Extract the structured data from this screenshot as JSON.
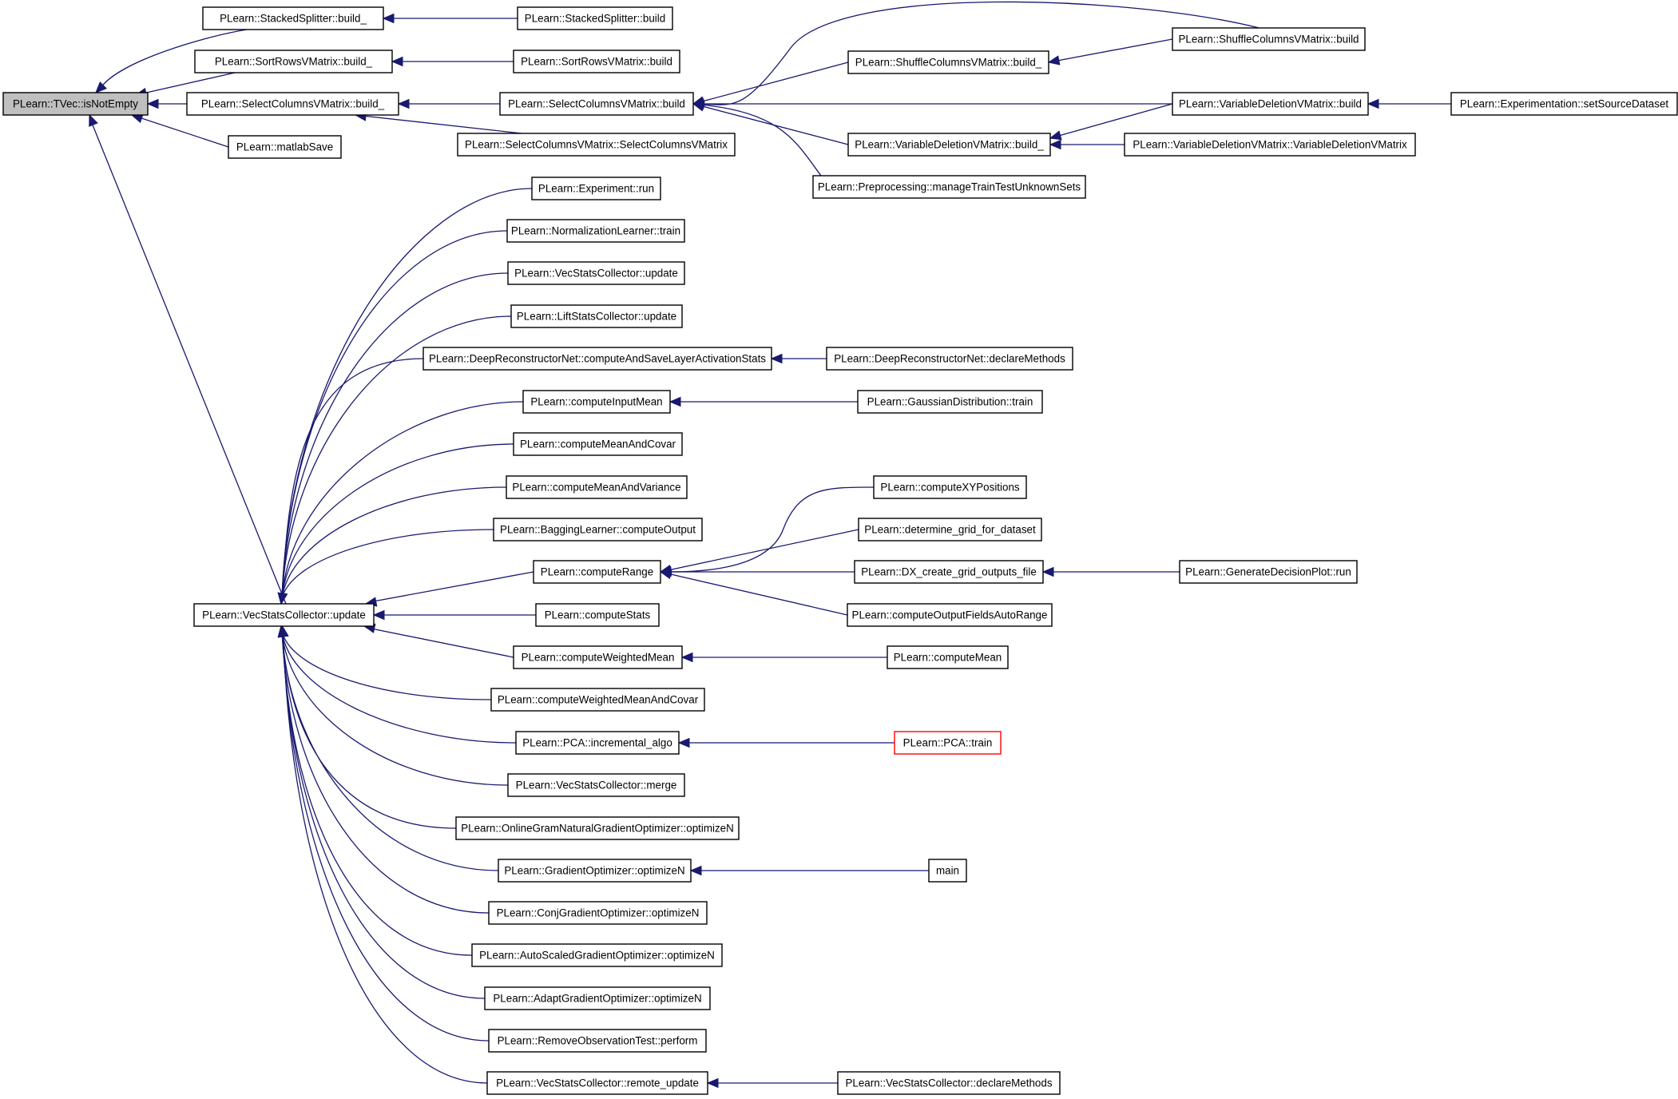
{
  "diagram": {
    "type": "call-graph",
    "colors": {
      "edge": "#191970",
      "node_border": "#000000",
      "node_fill": "#ffffff",
      "root_fill": "#bfbfbf",
      "highlight_border": "#ff0000"
    },
    "nodes": [
      {
        "id": "root",
        "label": "PLearn::TVec::isNotEmpty"
      },
      {
        "id": "stacked_build_",
        "label": "PLearn::StackedSplitter::build_"
      },
      {
        "id": "stacked_build",
        "label": "PLearn::StackedSplitter::build"
      },
      {
        "id": "sortrows_build_",
        "label": "PLearn::SortRowsVMatrix::build_"
      },
      {
        "id": "sortrows_build",
        "label": "PLearn::SortRowsVMatrix::build"
      },
      {
        "id": "selcols_build_",
        "label": "PLearn::SelectColumnsVMatrix::build_"
      },
      {
        "id": "selcols_build",
        "label": "PLearn::SelectColumnsVMatrix::build"
      },
      {
        "id": "selcols_ctor",
        "label": "PLearn::SelectColumnsVMatrix::SelectColumnsVMatrix"
      },
      {
        "id": "matlabsave",
        "label": "PLearn::matlabSave"
      },
      {
        "id": "shuffle_build_",
        "label": "PLearn::ShuffleColumnsVMatrix::build_"
      },
      {
        "id": "shuffle_build",
        "label": "PLearn::ShuffleColumnsVMatrix::build"
      },
      {
        "id": "vardel_build",
        "label": "PLearn::VariableDeletionVMatrix::build"
      },
      {
        "id": "setsource",
        "label": "PLearn::Experimentation::setSourceDataset"
      },
      {
        "id": "vardel_build_",
        "label": "PLearn::VariableDeletionVMatrix::build_"
      },
      {
        "id": "vardel_ctor",
        "label": "PLearn::VariableDeletionVMatrix::VariableDeletionVMatrix"
      },
      {
        "id": "preproc",
        "label": "PLearn::Preprocessing::manageTrainTestUnknownSets"
      },
      {
        "id": "experiment_run",
        "label": "PLearn::Experiment::run"
      },
      {
        "id": "normlearner",
        "label": "PLearn::NormalizationLearner::train"
      },
      {
        "id": "vsc_update_a",
        "label": "PLearn::VecStatsCollector::update"
      },
      {
        "id": "lift_update",
        "label": "PLearn::LiftStatsCollector::update"
      },
      {
        "id": "deeprecon",
        "label": "PLearn::DeepReconstructorNet::computeAndSaveLayerActivationStats"
      },
      {
        "id": "deeprecon_decl",
        "label": "PLearn::DeepReconstructorNet::declareMethods"
      },
      {
        "id": "inputmean",
        "label": "PLearn::computeInputMean"
      },
      {
        "id": "gauss_train",
        "label": "PLearn::GaussianDistribution::train"
      },
      {
        "id": "meancovar",
        "label": "PLearn::computeMeanAndCovar"
      },
      {
        "id": "meanvar",
        "label": "PLearn::computeMeanAndVariance"
      },
      {
        "id": "bagging",
        "label": "PLearn::BaggingLearner::computeOutput"
      },
      {
        "id": "xypos",
        "label": "PLearn::computeXYPositions"
      },
      {
        "id": "gridds",
        "label": "PLearn::determine_grid_for_dataset"
      },
      {
        "id": "range",
        "label": "PLearn::computeRange"
      },
      {
        "id": "dxgrid",
        "label": "PLearn::DX_create_grid_outputs_file"
      },
      {
        "id": "gendec",
        "label": "PLearn::GenerateDecisionPlot::run"
      },
      {
        "id": "vsc_update",
        "label": "PLearn::VecStatsCollector::update"
      },
      {
        "id": "outfields",
        "label": "PLearn::computeOutputFieldsAutoRange"
      },
      {
        "id": "stats",
        "label": "PLearn::computeStats"
      },
      {
        "id": "wmean",
        "label": "PLearn::computeWeightedMean"
      },
      {
        "id": "mean",
        "label": "PLearn::computeMean"
      },
      {
        "id": "wmeancovar",
        "label": "PLearn::computeWeightedMeanAndCovar"
      },
      {
        "id": "pca_incr",
        "label": "PLearn::PCA::incremental_algo"
      },
      {
        "id": "pca_train",
        "label": "PLearn::PCA::train"
      },
      {
        "id": "vsc_merge",
        "label": "PLearn::VecStatsCollector::merge"
      },
      {
        "id": "onlinegram",
        "label": "PLearn::OnlineGramNaturalGradientOptimizer::optimizeN"
      },
      {
        "id": "gradopt",
        "label": "PLearn::GradientOptimizer::optimizeN"
      },
      {
        "id": "main",
        "label": "main"
      },
      {
        "id": "conjgrad",
        "label": "PLearn::ConjGradientOptimizer::optimizeN"
      },
      {
        "id": "autoscaled",
        "label": "PLearn::AutoScaledGradientOptimizer::optimizeN"
      },
      {
        "id": "adapt",
        "label": "PLearn::AdaptGradientOptimizer::optimizeN"
      },
      {
        "id": "removeobs",
        "label": "PLearn::RemoveObservationTest::perform"
      },
      {
        "id": "remote_update",
        "label": "PLearn::VecStatsCollector::remote_update"
      },
      {
        "id": "vsc_decl",
        "label": "PLearn::VecStatsCollector::declareMethods"
      }
    ]
  }
}
